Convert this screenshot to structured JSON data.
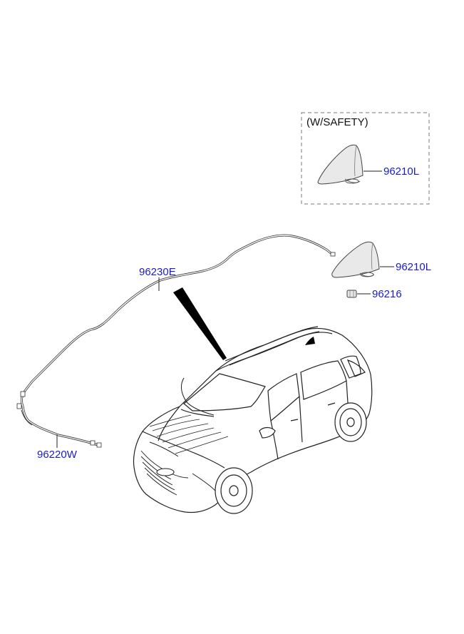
{
  "note_label": "(W/SAFETY)",
  "parts": {
    "antenna_safety": "96210L",
    "antenna": "96210L",
    "nut": "96216",
    "roof_cable": "96230E",
    "feeder_cable": "96220W"
  },
  "colors": {
    "part_number": "#1a1acc",
    "line": "#222222",
    "box_border": "#777777"
  }
}
